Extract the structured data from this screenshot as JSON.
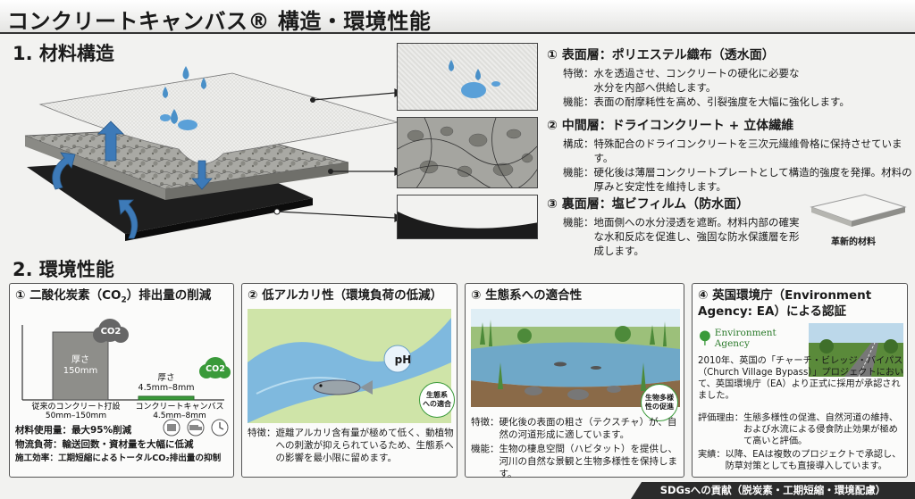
{
  "title": "コンクリートキャンバス® 構造・環境性能",
  "section1": {
    "heading": "1. 材料構造"
  },
  "layers": [
    {
      "title": "① 表面層：ポリエステル織布（透水面）",
      "rows": [
        {
          "label": "特徴：",
          "text": "水を透過させ、コンクリートの硬化に必要な水分を内部へ供給します。"
        },
        {
          "label": "機能：",
          "text": "表面の耐摩耗性を高め、引裂強度を大幅に強化します。"
        }
      ]
    },
    {
      "title": "② 中間層：ドライコンクリート + 立体繊維",
      "rows": [
        {
          "label": "構成：",
          "text": "特殊配合のドライコンクリートを三次元繊維骨格に保持させています。"
        },
        {
          "label": "機能：",
          "text": "硬化後は薄層コンクリートプレートとして構造的強度を発揮。材料の厚みと安定性を維持します。"
        }
      ]
    },
    {
      "title": "③ 裏面層：塩ビフィルム（防水面）",
      "rows": [
        {
          "label": "機能：",
          "text": "地面側への水分浸透を遮断。材料内部の確実な水和反応を促進し、強固な防水保護層を形成します。"
        }
      ]
    }
  ],
  "innovative_label": "革新的材料",
  "section2": {
    "heading": "2. 環境性能"
  },
  "panel1": {
    "title_pre": "① 二酸化炭素（CO",
    "title_sub": "2",
    "title_post": "）排出量の削減",
    "bar1_label": "厚さ\n150mm",
    "bar2_label": "厚さ\n4.5mm–8mm",
    "co2_badge": "CO2",
    "cat1": "従来のコンクリート打設\n50mm–150mm",
    "cat2": "コンクリートキャンバス\n4.5mm–8mm",
    "line1": "材料使用量：最大95%削減",
    "line2": "物流負荷：輸送回数・資材量を大幅に低減",
    "line3": "施工効率：工期短縮によるトータルCO₂排出量の抑制"
  },
  "chart_data": {
    "type": "bar",
    "categories": [
      "従来のコンクリート打設",
      "コンクリートキャンバス"
    ],
    "values": [
      150,
      8
    ],
    "ylabel": ""
  },
  "panel2": {
    "title": "② 低アルカリ性（環境負荷の低減）",
    "ph": "pH",
    "eco_badge": "生態系\nへの適合",
    "label": "特徴：",
    "text": "遊離アルカリ含有量が極めて低く、動植物への刺激が抑えられているため、生態系への影響を最小限に留めます。"
  },
  "panel3": {
    "title": "③ 生態系への適合性",
    "badge": "生物多様\n性の促進",
    "rows": [
      {
        "label": "特徴：",
        "text": "硬化後の表面の粗さ（テクスチャ）が、自然の河道形成に適しています。"
      },
      {
        "label": "機能：",
        "text": "生物の棲息空間（ハビタット）を提供し、河川の自然な景観と生物多様性を保持します。"
      }
    ]
  },
  "panel4": {
    "title": "④ 英国環境庁（Environment Agency: EA）による認証",
    "logo_text": "Environment Agency",
    "intro": "2010年、英国の「チャーチ・ビレッジ・バイパス（Church Village Bypass）」プロジェクトにおいて、英国環境庁（EA）より正式に採用が承認されました。",
    "rows": [
      {
        "label": "評価理由：",
        "text": "生態多様性の促進、自然河道の維持、および水流による侵食防止効果が極めて高いと評価。"
      },
      {
        "label": "実績：",
        "text": "以降、EAは複数のプロジェクトで承認し、防草対策としても直接導入しています。"
      }
    ]
  },
  "footer": "SDGsへの貢献（脱炭素・工期短縮・環境配慮）",
  "colors": {
    "accent_green": "#3a9a3a",
    "dark": "#2b2b2b",
    "water": "#4a90c8"
  }
}
